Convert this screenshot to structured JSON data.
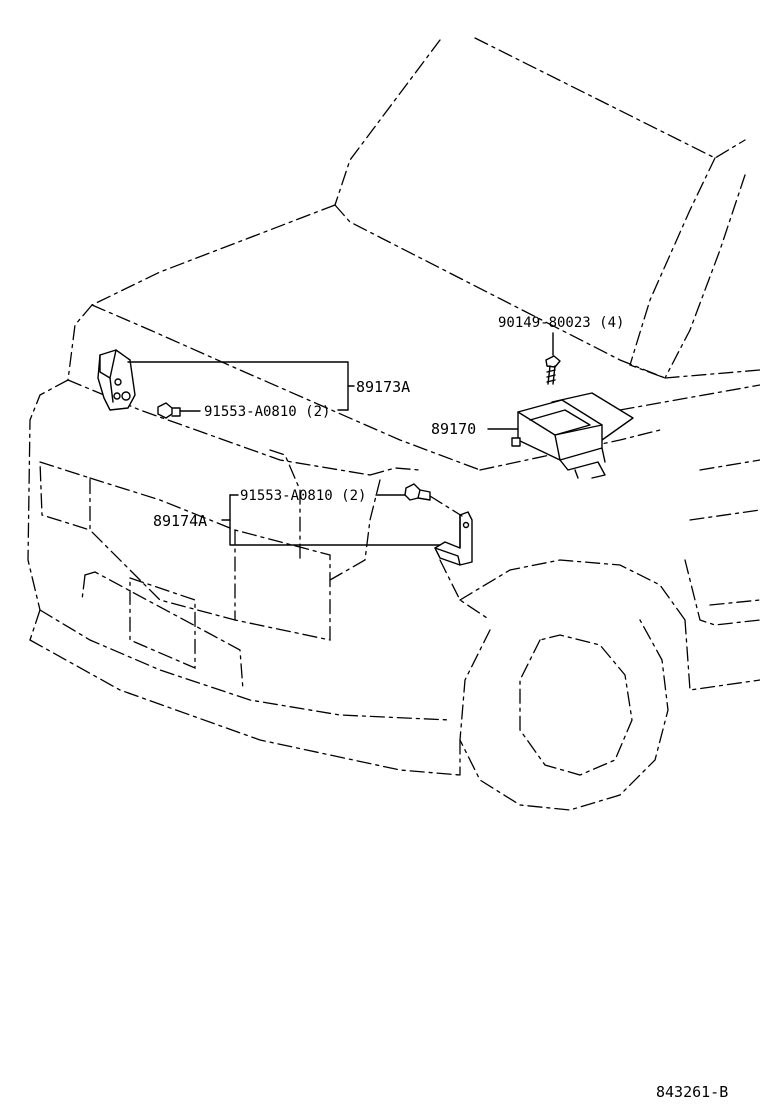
{
  "labels": {
    "bolt_top": "90149-80023 (4)",
    "sensor_front_left": "89173A",
    "bolt_front_left": "91553-A0810 (2)",
    "ecu": "89170",
    "bolt_front_right": "91553-A0810 (2)",
    "sensor_front_right": "89174A",
    "figure_id": "843261-B"
  },
  "colors": {
    "ink": "#000000",
    "background": "#ffffff"
  }
}
